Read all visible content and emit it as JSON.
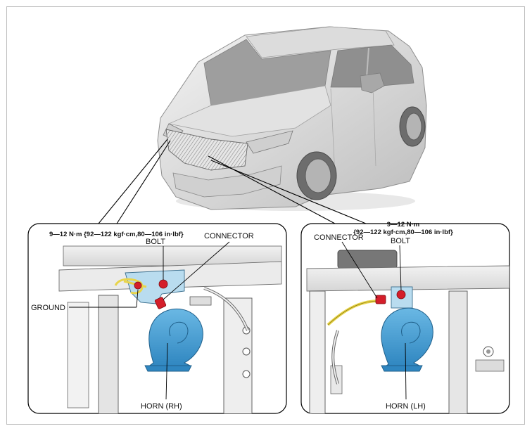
{
  "left_panel": {
    "torque": "9—12 N·m {92—122 kgf·cm,80—106 in·lbf}",
    "bolt": "BOLT",
    "connector": "CONNECTOR",
    "ground": "GROUND",
    "horn": "HORN (RH)"
  },
  "right_panel": {
    "torque_line1": "9—12 N·m",
    "torque_line2": "{92—122 kgf·cm,80—106 in·lbf}",
    "connector": "CONNECTOR",
    "bolt": "BOLT",
    "horn": "HORN (LH)"
  },
  "colors": {
    "horn": "#3d9bd4",
    "bracket": "#b9dcef",
    "bolt": "#d41e2a",
    "harness": "#e8d44a"
  }
}
